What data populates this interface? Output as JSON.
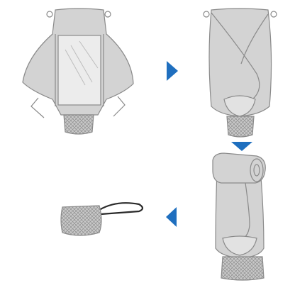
{
  "diagram": {
    "type": "step-sequence",
    "steps": [
      {
        "icon": "rain-cover-open-icon"
      },
      {
        "icon": "rain-cover-folded-icon"
      },
      {
        "icon": "rain-cover-rolled-icon"
      },
      {
        "icon": "rain-cover-packed-pouch-icon"
      }
    ],
    "arrows": [
      {
        "direction": "right",
        "from": 1,
        "to": 2
      },
      {
        "direction": "down",
        "from": 2,
        "to": 3
      },
      {
        "direction": "left",
        "from": 3,
        "to": 4
      }
    ]
  },
  "colors": {
    "cover_fill": "#d3d3d3",
    "cover_stroke": "#8a8a8a",
    "window_fill": "#ececec",
    "mesh_fill": "#c9c9c9",
    "arrow": "#1f6fbf",
    "strap": "#2a2a2a",
    "background": "#ffffff"
  }
}
